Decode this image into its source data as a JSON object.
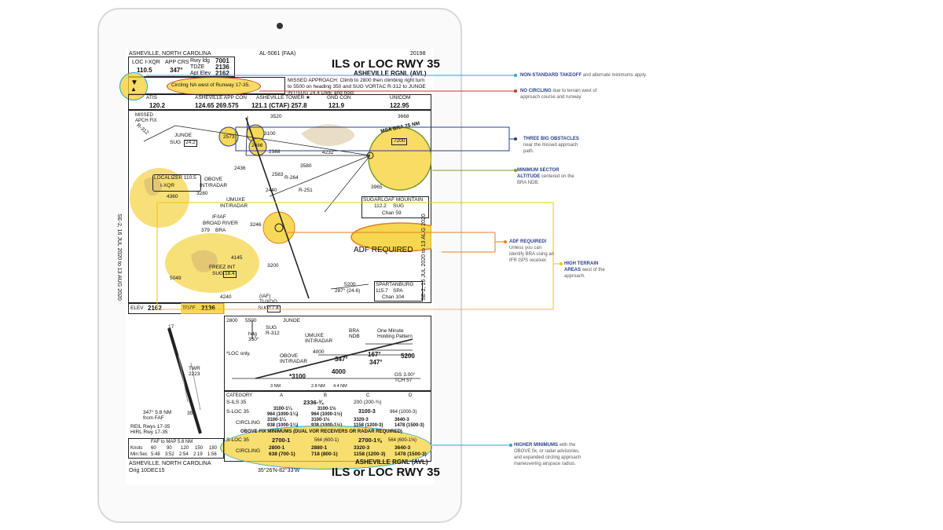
{
  "chart": {
    "location": "ASHEVILLE, NORTH CAROLINA",
    "proc_id": "AL-5061 (FAA)",
    "amdt": "20198",
    "title": "ILS or LOC RWY 35",
    "airport": "ASHEVILLE RGNL (AVL)",
    "loc_label": "LOC  I-XQR",
    "loc_freq": "110.5",
    "app_crs_label": "APP CRS",
    "app_crs": "347°",
    "rwy_ldg_label": "Rwy ldg",
    "rwy_ldg": "7001",
    "tdze_label": "TDZE",
    "tdze": "2136",
    "apt_elev_label": "Apt Elev",
    "apt_elev": "2162",
    "circling_note": "Circling NA west of Runway 17-35.",
    "missed_approach": "MISSED APPROACH: Climb to 2800 then climbing right turn to 5500 on heading 350 and SUG VORTAC R-312 to JUNOE INT/SUG 24.4 DME and hold.",
    "freqs": [
      {
        "name": "ATIS",
        "value": "120.2"
      },
      {
        "name": "ASHEVILLE APP CON",
        "value": "124.65  269.575"
      },
      {
        "name": "ASHEVILLE TOWER ★",
        "value": "121.1 (CTAF)  257.8"
      },
      {
        "name": "GND CON",
        "value": "121.9"
      },
      {
        "name": "UNICOM",
        "value": "122.95"
      }
    ],
    "plan": {
      "missed_fix": "MISSED\nAPCH FIX",
      "junoe": "JUNOE",
      "junoe_sug": "SUG",
      "junoe_dme": "24.2",
      "msa": "MSA BRA 25 NM",
      "msa_alt": "7200",
      "localizer": "LOCALIZER 110.5",
      "localizer_id": "I-XQR",
      "obove": "OBOVE",
      "obove_sub": "INT/RADAR",
      "ijmuxe": "IJMUXE",
      "ijmuxe_sub": "INT/RADAR",
      "iaf": "IF/IAF",
      "broad_river": "BROAD RIVER",
      "broad_freq": "379",
      "broad_id": "BRA",
      "sugarloaf": "SUGARLOAF MOUNTAIN",
      "sugarloaf_freq": "112.2",
      "sugarloaf_id": "SUG",
      "sugarloaf_chan": "Chan 59",
      "adf_required": "ADF REQUIRED",
      "freez": "FREEZ INT",
      "freez_sug": "SUG",
      "freez_dme": "18.4",
      "spartanburg": "SPARTANBURG",
      "spa_freq": "115.7",
      "spa_id": "SPA",
      "spa_chan": "Chan 104",
      "tuxdo": "(IAF)\nTUXDO",
      "tuxdo_sug": "SUG",
      "tuxdo_dme": "17.4",
      "obstacles": [
        "2573",
        "3100",
        "2486",
        "3520",
        "2388",
        "2436",
        "2583",
        "3580",
        "4232",
        "3965",
        "3668",
        "3280",
        "2440",
        "3246",
        "4360",
        "5049",
        "4145",
        "3200",
        "4240"
      ],
      "alt_5200": "5200",
      "crs_5200": "287° (24.6)",
      "r264": "R-264",
      "r251": "R-251",
      "r312": "R-312",
      "effective_left": "SE-2,  16 JUL 2020  to  13 AUG 2020",
      "effective_right": "SE-2,  16 JUL 2020  to  13 AUG 2020"
    },
    "elev_label": "ELEV",
    "elev": "2162",
    "tdze_box_label": "TDZE",
    "tdze_box": "2136",
    "profile": {
      "alt_2800": "2800",
      "alt_5500": "5500",
      "hdg": "hdg\n350°",
      "sug": "SUG\nR-312",
      "junoe": "JUNOE",
      "loc_only": "*LOC only.",
      "ijmuxe": "IJMUXE\nINT/RADAR",
      "bra_ndb": "BRA\nNDB",
      "holding": "One Minute\nHolding Pattern",
      "obove": "OBOVE\nINT/RADAR",
      "alt_4000a": "4000",
      "alt_4000b": "4000",
      "crs_347": "347°",
      "crs_167": "167°",
      "crs_347b": "347°",
      "alt_5200": "5200",
      "alt_3100": "*3100",
      "gs": "GS 3.00°\nTCH 57",
      "nm_3": "3 NM",
      "nm_28": "2.8 NM",
      "nm_44": "4.4 NM"
    },
    "airport_sketch": {
      "twr": "TWR\n2223",
      "rwy17": "17",
      "rwy35": "35",
      "faf_note": "347° 5.8 NM\nfrom FAF",
      "lighting": "REIL Rwys 17-35\nHIRL Rwy 17-35"
    },
    "minimums": {
      "headers": [
        "CATEGORY",
        "A",
        "B",
        "C",
        "D"
      ],
      "rows": [
        {
          "label": "S-ILS 35",
          "cells": [
            "2336-¾",
            "200 (200-¾)"
          ]
        },
        {
          "label": "S-LOC 35",
          "cells": [
            "3100-1¼\n964 (1000-1¼)",
            "3100-1½\n964 (1000-1½)",
            "3100-3",
            "964 (1000-3)"
          ]
        },
        {
          "label": "CIRCLING",
          "cells": [
            "3100-1¼\n938 (1000-1¼)",
            "3100-1½\n938 (1000-1½)",
            "3320-3\n1158 (1200-3)",
            "3640-3\n1478 (1500-3)"
          ]
        }
      ],
      "obove_header": "OBOVE FIX MINIMUMS (DUAL VOR RECEIVERS OR RADAR REQUIRED)",
      "obove_rows": [
        {
          "label": "S-LOC 35",
          "cells": [
            "2700-1",
            "564 (600-1)",
            "2700-1⅝",
            "564 (600-1⅝)"
          ]
        },
        {
          "label": "CIRCLING",
          "cells": [
            "2800-1\n638 (700-1)",
            "2880-1\n718 (800-1)",
            "3320-3\n1158 (1200-3)",
            "3640-3\n1478 (1500-3)"
          ]
        }
      ],
      "faf_map_label": "FAF to MAP  5.8 NM",
      "knots_label": "Knots",
      "knots": [
        "60",
        "90",
        "120",
        "150",
        "180"
      ],
      "minsec_label": "Min:Sec",
      "minsec": [
        "5:48",
        "3:52",
        "2:54",
        "2:19",
        "1:56"
      ]
    },
    "footer_location": "ASHEVILLE, NORTH CAROLINA",
    "footer_orig": "Orig  10DEC15",
    "footer_coords": "35°26'N-82°33'W",
    "footer_airport": "ASHEVILLE RGNL (AVL)",
    "footer_title": "ILS or LOC RWY 35"
  },
  "annotations": [
    {
      "key": "NON-STANDARD TAKEOFF",
      "text": " and alternate minimums apply.",
      "color": "#2aa7cf"
    },
    {
      "key": "NO CIRCLING",
      "text": " due to terrain west of approach course and runway.",
      "color": "#c0392b"
    },
    {
      "key": "THREE BIG OBSTACLES",
      "text": " near the missed approach path.",
      "color": "#2a3f8a"
    },
    {
      "key": "MINIMUM SECTOR ALTITUDE",
      "text": " centered on the BRA NDB.",
      "color": "#7a9a2a"
    },
    {
      "key": "ADF REQUIRED!",
      "text": " Unless you can identify BRA using an IFR GPS receiver.",
      "color": "#e67e22"
    },
    {
      "key": "HIGH TERRAIN AREAS",
      "text": " west of the approach.",
      "color": "#f1c40f"
    },
    {
      "key": "HIGHER MINIMUMS",
      "text": " with the OBOVE fix, or radar advisories, and expanded circling approach maneuvering airspace radius.",
      "color": "#2aa7cf"
    }
  ],
  "colors": {
    "highlight": "#f5d030",
    "cyan": "#2aa7cf",
    "red": "#c0392b",
    "navy": "#2a3f8a",
    "olive": "#7a9a2a",
    "orange": "#e67e22",
    "yellow": "#f1c40f"
  }
}
